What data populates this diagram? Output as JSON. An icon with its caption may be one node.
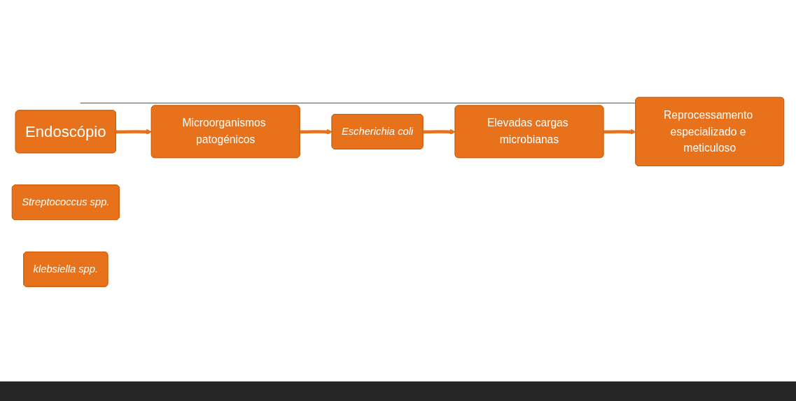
{
  "diagram": {
    "nodes": [
      {
        "text": [
          "Endoscópio"
        ]
      },
      {
        "text": [
          "Microorganismos patogénicos"
        ]
      },
      {
        "text": [
          "Streptococcus spp."
        ]
      },
      {
        "text": [
          "Escherichia coli"
        ]
      },
      {
        "text": [
          "klebsiella spp."
        ]
      },
      {
        "text": [
          "Elevadas cargas microbianas"
        ]
      },
      {
        "text": [
          "Reprocessamento especializado e meticuloso"
        ]
      }
    ],
    "edges": [
      {
        "from": 0,
        "to": 1,
        "arrow": "to"
      },
      {
        "from": 1,
        "to": 3,
        "arrow": "to"
      },
      {
        "from": 3,
        "to": 5,
        "arrow": "to"
      },
      {
        "from": 5,
        "to": 6,
        "arrow": "to"
      }
    ]
  }
}
